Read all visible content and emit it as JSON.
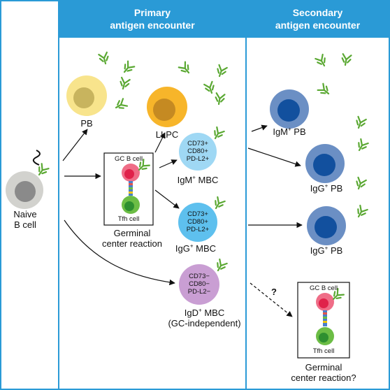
{
  "header": {
    "primary_line1": "Primary",
    "primary_line2": "antigen encounter",
    "secondary_line1": "Secondary",
    "secondary_line2": "antigen encounter"
  },
  "cells": {
    "naive_line1": "Naive",
    "naive_line2": "B cell",
    "pb": "PB",
    "llpc": "LLPC",
    "igm_mbc_main": "IgM",
    "igm_mbc_sup": "+",
    "igm_mbc_tail": " MBC",
    "igm_mbc_markers": [
      "CD73+",
      "CD80+",
      "PD-L2+"
    ],
    "igg_mbc_main": "IgG",
    "igg_mbc_sup": "+",
    "igg_mbc_tail": " MBC",
    "igg_mbc_markers": [
      "CD73+",
      "CD80+",
      "PD-L2+"
    ],
    "igd_mbc_main": "IgD",
    "igd_mbc_sup": "+",
    "igd_mbc_tail": " MBC",
    "igd_mbc_line2": "(GC-independent)",
    "igd_mbc_markers": [
      "CD73−",
      "CD80−",
      "PD-L2−"
    ],
    "igm_pb_main": "IgM",
    "igm_pb_sup": "+",
    "igm_pb_tail": " PB",
    "igg_pb1_main": "IgG",
    "igg_pb1_sup": "+",
    "igg_pb1_tail": " PB",
    "igg_pb2_main": "IgG",
    "igg_pb2_sup": "+",
    "igg_pb2_tail": " PB"
  },
  "gc_primary": {
    "gc_b_cell": "GC B cell",
    "tfh_cell": "Tfh cell",
    "caption_line1": "Germinal",
    "caption_line2": "center reaction"
  },
  "gc_secondary": {
    "gc_b_cell": "GC B cell",
    "tfh_cell": "Tfh cell",
    "caption_line1": "Germinal",
    "caption_line2": "center reaction?",
    "question": "?"
  },
  "colors": {
    "header": "#2a9ad6",
    "border": "#2a9ad6",
    "antibody": "#5aa832",
    "naive": "#d2d2ce",
    "pb": "#f8e48c",
    "llpc": "#f7b52a",
    "mbc_light": "#9fd8f4",
    "mbc_igg": "#5ec0ee",
    "mbc_igd": "#c99ed3",
    "secondary_pb": "#6b8fc4",
    "secondary_pb_nucleus": "#12509e",
    "gc_b": "#ef6d87",
    "tfh": "#6cbd45"
  }
}
